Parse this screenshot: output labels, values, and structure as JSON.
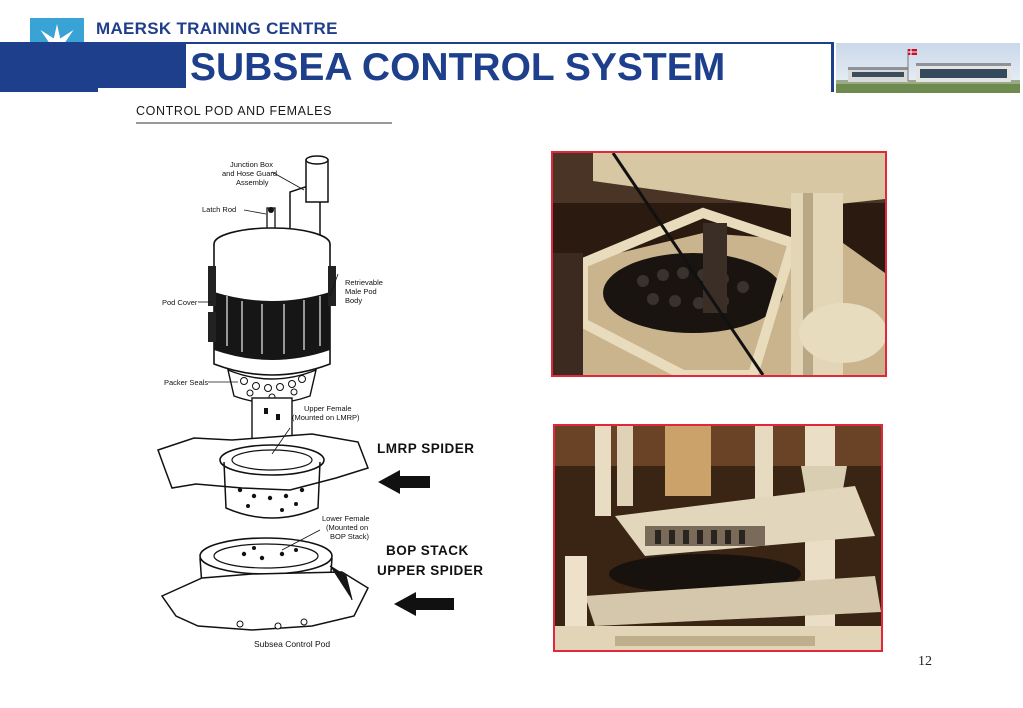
{
  "header": {
    "brand": "MAERSK TRAINING CENTRE",
    "title": "SUBSEA CONTROL SYSTEM",
    "colors": {
      "band": "#1d3f8c",
      "logo": "#3aa3d6"
    }
  },
  "diagram": {
    "heading": "CONTROL POD AND FEMALES",
    "labels": {
      "junction_box_1": "Junction Box",
      "junction_box_2": "and Hose Guard",
      "junction_box_3": "Assembly",
      "latch_rod": "Latch Rod",
      "retrievable_1": "Retrievable",
      "retrievable_2": "Male Pod",
      "retrievable_3": "Body",
      "pod_cover": "Pod Cover",
      "packer_seals": "Packer Seals",
      "upper_female_1": "Upper Female",
      "upper_female_2": "(Mounted on LMRP)",
      "lower_female_1": "Lower Female",
      "lower_female_2": "(Mounted on",
      "lower_female_3": "BOP Stack)",
      "caption": "Subsea Control Pod"
    },
    "callouts": {
      "lmrp_spider": "LMRP SPIDER",
      "bop_stack": "BOP STACK",
      "upper_spider": "UPPER SPIDER"
    }
  },
  "photos": {
    "top": "control-pod-photo",
    "bottom": "bop-stack-spider-photo"
  },
  "page_number": "12"
}
